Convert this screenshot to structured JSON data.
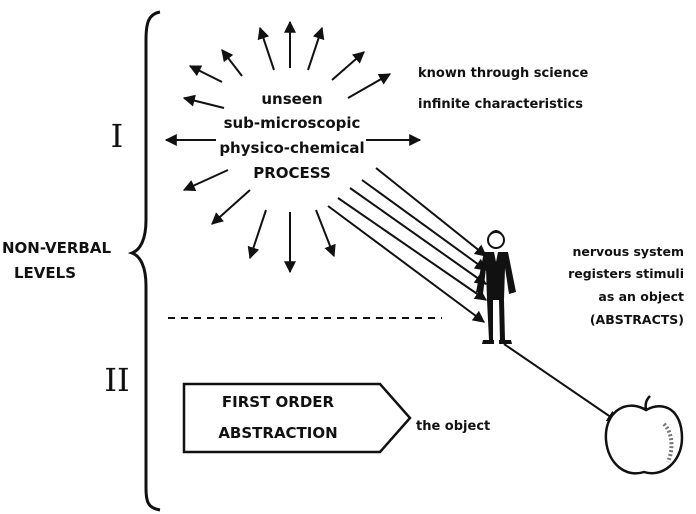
{
  "diagram": {
    "levels": {
      "bracket_label_line1": "NON-VERBAL",
      "bracket_label_line2": "LEVELS",
      "level_1": "I",
      "level_2": "II"
    },
    "process": {
      "line1": "unseen",
      "line2": "sub-microscopic",
      "line3": "physico-chemical",
      "line4": "PROCESS"
    },
    "science": {
      "line1": "known through science",
      "line2": "infinite characteristics"
    },
    "nervous": {
      "line1": "nervous system",
      "line2": "registers stimuli",
      "line3": "as an object",
      "line4": "(ABSTRACTS)"
    },
    "first_order": {
      "line1": "FIRST ORDER",
      "line2": "ABSTRACTION"
    },
    "object_label": "the object"
  }
}
